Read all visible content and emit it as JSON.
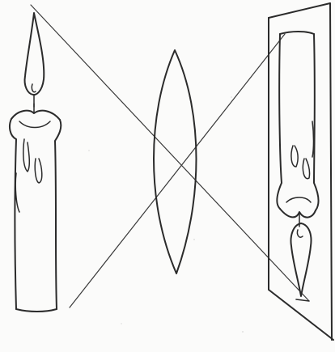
{
  "diagram": {
    "subject": "convex-lens-image-formation",
    "colors": {
      "background": "#fbfbfa",
      "ink": "#2b2b2b",
      "ray": "#3a3a3a"
    },
    "elements": [
      "candle",
      "convex-lens",
      "screen",
      "inverted-candle-image",
      "light-rays"
    ]
  }
}
